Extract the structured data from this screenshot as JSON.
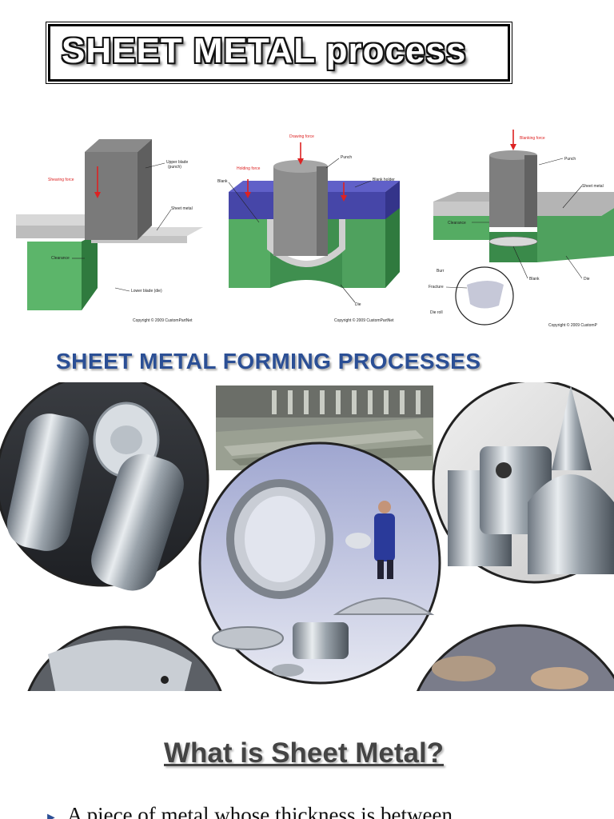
{
  "title": "SHEET METAL process",
  "diagrams": {
    "shearing": {
      "force": "Shearing force",
      "upper_blade": [
        "Upper blade",
        "(punch)"
      ],
      "sheet": "Sheet metal",
      "clearance": "Clearance",
      "lower_blade": "Lower blade (die)",
      "copyright": "Copyright © 2009 CustomPartNet"
    },
    "drawing": {
      "force": "Drawing force",
      "holding": "Holding force",
      "punch": "Punch",
      "blank": "Blank",
      "blank_holder": "Blank holder",
      "die": "Die",
      "copyright": "Copyright © 2009 CustomPartNet"
    },
    "blanking": {
      "force": "Blanking force",
      "punch": "Punch",
      "sheet": "Sheet metal",
      "clearance": "Clearance",
      "burr": "Burr",
      "fracture": "Fracture",
      "die_roll": "Die roll",
      "blank": "Blank",
      "die": "Die",
      "copyright": "Copyright © 2009 CustomP"
    }
  },
  "forming_heading": "SHEET METAL FORMING PROCESSES",
  "question_heading": "What is Sheet Metal?",
  "bullet": "A piece of metal whose thickness is between"
}
